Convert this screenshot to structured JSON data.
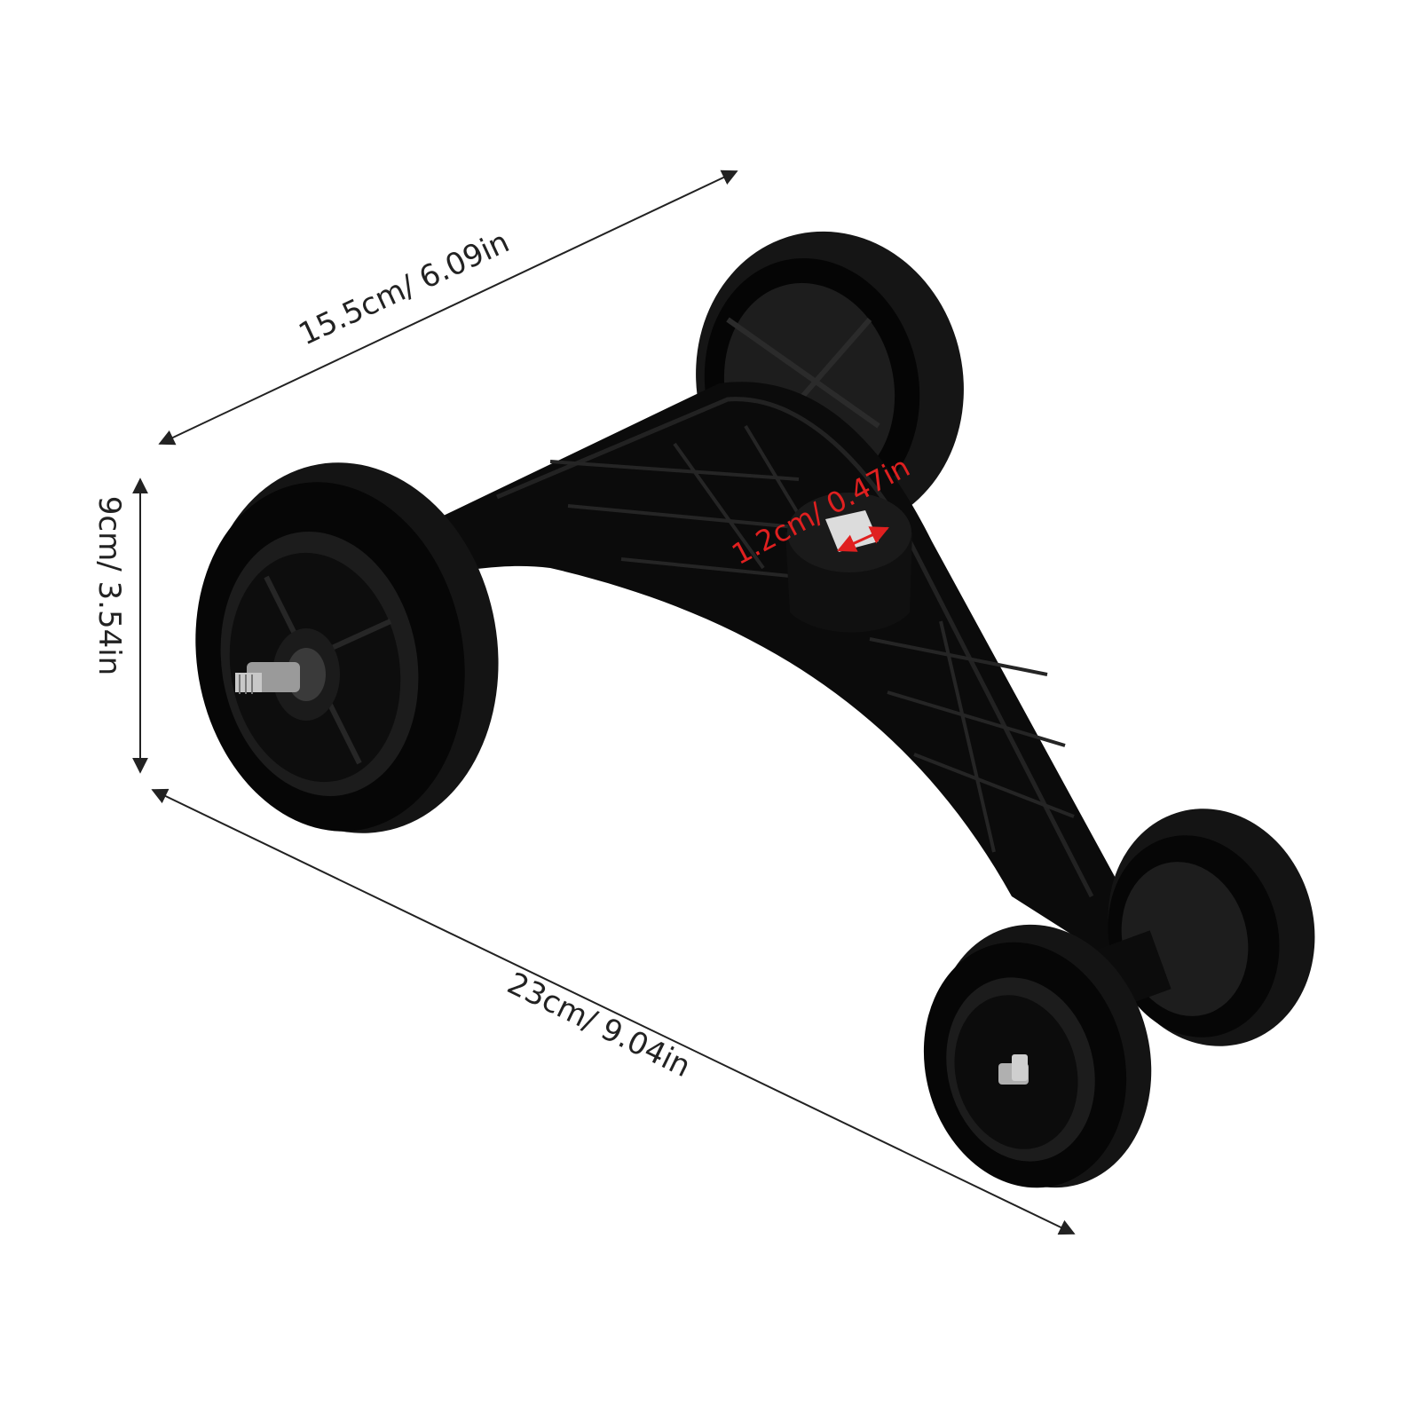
{
  "product": {
    "icon": "caster-wheel-frame-icon"
  },
  "dimensions": {
    "top_length": "15.5cm/ 6.09in",
    "height": "9cm/ 3.54in",
    "bottom_length": "23cm/ 9.04in",
    "hole_size": "1.2cm/ 0.47in"
  },
  "colors": {
    "product": "#0c0c0c",
    "dimension_line": "#222222",
    "hole_dimension": "#e02020",
    "background": "#ffffff"
  }
}
